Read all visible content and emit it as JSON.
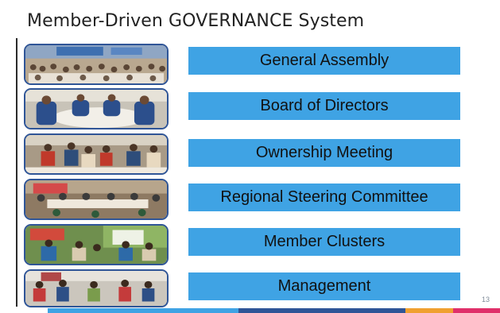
{
  "slide": {
    "title": "Member-Driven GOVERNANCE System",
    "page_number": "13",
    "accent_color": "#3fa3e4",
    "frame_color": "#2f5597"
  },
  "rows": [
    {
      "label": "General Assembly",
      "photo_icon": "assembly-photo"
    },
    {
      "label": "Board of Directors",
      "photo_icon": "board-meeting-photo"
    },
    {
      "label": "Ownership Meeting",
      "photo_icon": "ownership-meeting-photo"
    },
    {
      "label": "Regional Steering Committee",
      "photo_icon": "committee-photo"
    },
    {
      "label": "Member Clusters",
      "photo_icon": "clusters-photo"
    },
    {
      "label": "Management",
      "photo_icon": "management-photo"
    }
  ],
  "footer_colors": [
    "#3fa3e4",
    "#2f5597",
    "#f0a030",
    "#e0306a"
  ]
}
